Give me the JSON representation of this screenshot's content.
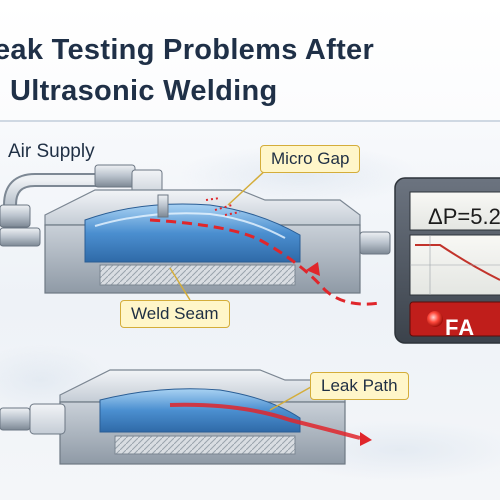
{
  "title": {
    "line1": "eak Testing Problems After",
    "line2": "Ultrasonic Welding"
  },
  "labels": {
    "air_supply": "Air Supply",
    "micro_gap": "Micro Gap",
    "weld_seam": "Weld Seam",
    "leak_path": "Leak Path"
  },
  "tester": {
    "readout": "ΔP=5.2",
    "status": "FA"
  },
  "colors": {
    "title_text": "#1f3047",
    "callout_fill": "#fff6c9",
    "callout_border": "#d4ad3a",
    "leak_red": "#e0262b",
    "fluid_blue": "#4b8fd0",
    "metal_gray": "#b9c2cc"
  },
  "icons": [
    "air-supply-hose-icon",
    "pressure-gauge-icon",
    "status-led-icon"
  ]
}
